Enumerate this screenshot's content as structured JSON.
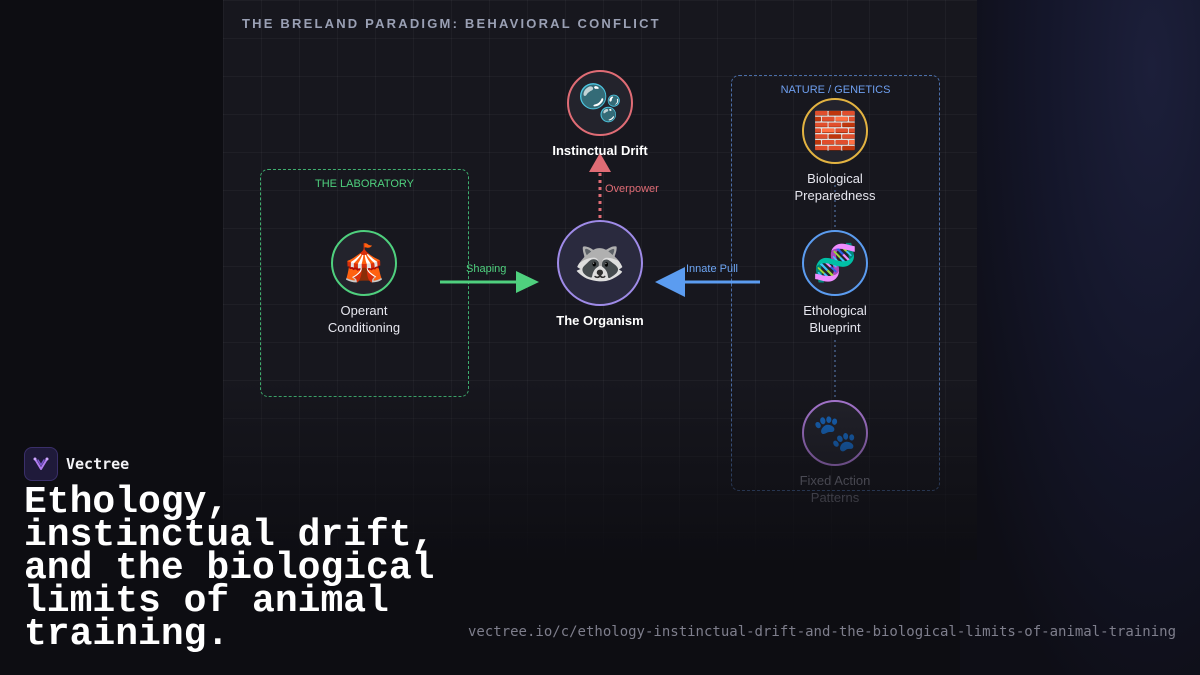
{
  "diagram": {
    "title": "THE BRELAND PARADIGM: BEHAVIORAL CONFLICT",
    "groups": {
      "laboratory": "THE LABORATORY",
      "nature": "NATURE / GENETICS"
    },
    "nodes": {
      "drift": {
        "icon": "bubbles-icon",
        "glyph": "🫧",
        "label": "Instinctual Drift",
        "border": "#e06c75"
      },
      "organism": {
        "icon": "raccoon-icon",
        "glyph": "🦝",
        "label": "The Organism",
        "border": "#9f8be8"
      },
      "operant": {
        "icon": "circus-tent-icon",
        "glyph": "🎪",
        "label_line1": "Operant",
        "label_line2": "Conditioning",
        "border": "#4fd07e"
      },
      "preparedness": {
        "icon": "brick-icon",
        "glyph": "🧱",
        "label_line1": "Biological",
        "label_line2": "Preparedness",
        "border": "#e3b341"
      },
      "blueprint": {
        "icon": "dna-icon",
        "glyph": "🧬",
        "label_line1": "Ethological",
        "label_line2": "Blueprint",
        "border": "#5b9cf0"
      },
      "fixed": {
        "icon": "paw-prints-icon",
        "glyph": "🐾",
        "label_line1": "Fixed Action",
        "label_line2": "Patterns",
        "border": "#b47fe0"
      }
    },
    "edges": {
      "shaping": {
        "label": "Shaping",
        "color": "#4fd07e"
      },
      "innate": {
        "label": "Innate Pull",
        "color": "#5b9cf0"
      },
      "overpower": {
        "label": "Overpower",
        "color": "#e06c75"
      }
    }
  },
  "brand": {
    "name": "Vectree",
    "logo_icon": "vectree-logo-icon"
  },
  "headline": {
    "line1": "Ethology,",
    "line2": "instinctual drift,",
    "line3": "and the biological",
    "line4": "limits of animal",
    "line5": "training."
  },
  "url": "vectree.io/c/ethology-instinctual-drift-and-the-biological-limits-of-animal-training"
}
